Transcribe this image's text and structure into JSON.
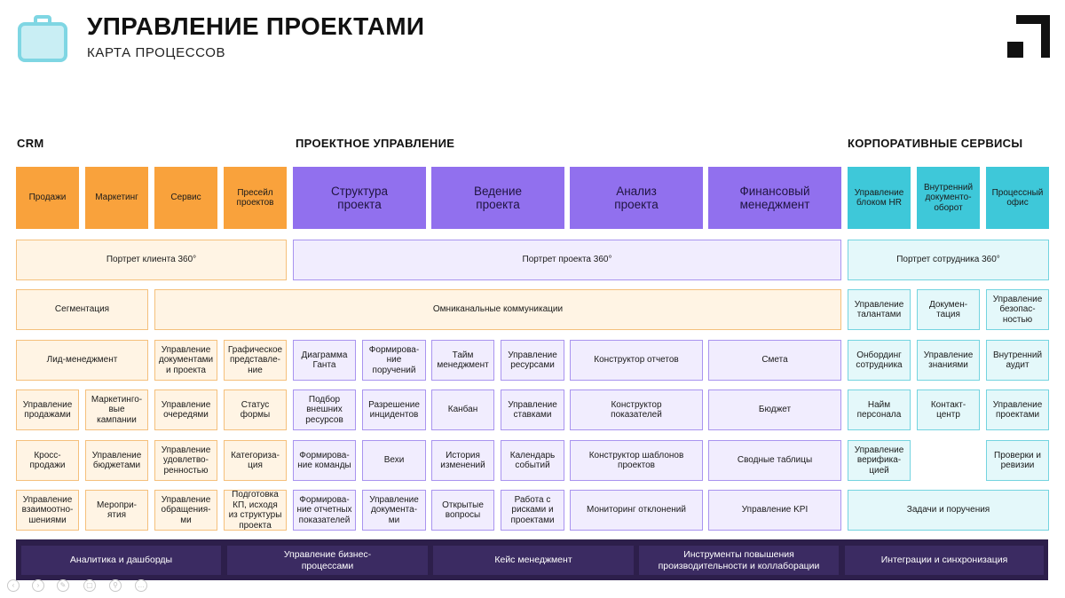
{
  "header": {
    "title": "УПРАВЛЕНИЕ ПРОЕКТАМИ",
    "subtitle": "КАРТА ПРОЦЕССОВ"
  },
  "sections": {
    "crm": "CRM",
    "project": "ПРОЕКТНОЕ УПРАВЛЕНИЕ",
    "corporate": "КОРПОРАТИВНЫЕ СЕРВИСЫ"
  },
  "headers": {
    "crm": [
      "Продажи",
      "Маркетинг",
      "Сервис",
      "Пресейл проектов"
    ],
    "project": [
      "Структура проекта",
      "Ведение проекта",
      "Анализ проекта",
      "Финансовый менеджмент"
    ],
    "corporate": [
      "Управление блоком HR",
      "Внутренний документо-оборот",
      "Процессный офис"
    ]
  },
  "portraits": {
    "crm": "Портрет клиента 360°",
    "project": "Портрет проекта 360°",
    "corporate": "Портрет сотрудника 360°"
  },
  "rows": {
    "r3": {
      "segmentation": "Сегментация",
      "omnichannel": "Омниканальные коммуникации",
      "corp": [
        "Управление талантами",
        "Докумен-тация",
        "Управление безопас-ностью"
      ]
    },
    "r4": {
      "crm": [
        "Лид-менеджмент",
        "Управление документами и проекта",
        "Графическое представле-ние"
      ],
      "project": [
        "Диаграмма Ганта",
        "Формирова-ние поручений",
        "Тайм менеджмент",
        "Управление ресурсами",
        "Конструктор отчетов",
        "Смета"
      ],
      "corp": [
        "Онбординг сотрудника",
        "Управление знаниями",
        "Внутренний аудит"
      ]
    },
    "r5": {
      "crm": [
        "Управление продажами",
        "Маркетинго-вые кампании",
        "Управление очередями",
        "Статус формы"
      ],
      "project": [
        "Подбор внешних ресурсов",
        "Разрешение инцидентов",
        "Канбан",
        "Управление ставками",
        "Конструктор показателей",
        "Бюджет"
      ],
      "corp": [
        "Найм персонала",
        "Контакт-центр",
        "Управление проектами"
      ]
    },
    "r6": {
      "crm": [
        "Кросс-продажи",
        "Управление бюджетами",
        "Управление удовлетво-ренностью",
        "Категориза-ция"
      ],
      "project": [
        "Формирова-ние команды",
        "Вехи",
        "История изменений",
        "Календарь событий",
        "Конструктор шаблонов проектов",
        "Сводные таблицы"
      ],
      "corp": [
        "Управление верифика-цией",
        "Проверки и ревизии"
      ]
    },
    "r7": {
      "crm": [
        "Управление взаимоотно-шениями",
        "Меропри-ятия",
        "Управление обращения-ми",
        "Подготовка КП, исходя из структуры проекта"
      ],
      "project": [
        "Формирова-ние отчетных показателей",
        "Управление документа-ми",
        "Открытые вопросы",
        "Работа с рисками и проектами",
        "Мониторинг отклонений",
        "Управление KPI"
      ],
      "corp_wide": "Задачи и поручения"
    }
  },
  "bottom": [
    "Аналитика и дашборды",
    "Управление бизнес-процессами",
    "Кейс менеджмент",
    "Инструменты повышения производительности и коллаборации",
    "Интеграции и синхронизация"
  ],
  "toolbar": [
    "prev-icon",
    "next-icon",
    "pen-icon",
    "copy-icon",
    "search-icon",
    "more-icon"
  ],
  "colors": {
    "crm_header": "#f9a23c",
    "project_header": "#9170ee",
    "corporate_header": "#3ec8d9",
    "bottom_band": "#2d1f4b"
  }
}
